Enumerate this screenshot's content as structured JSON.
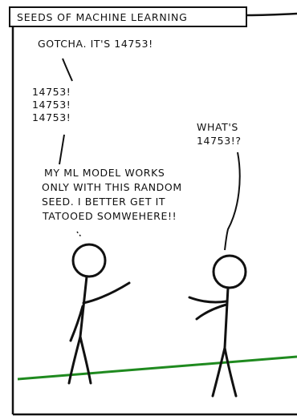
{
  "comic": {
    "title": "SEEDS OF MACHINE LEARNING",
    "speech_gotcha": "GOTCHA. IT'S 14753!",
    "speech_repeat": [
      "14753!",
      "14753!",
      "14753!"
    ],
    "speech_model": [
      "MY ML MODEL WORKS",
      "ONLY WITH THIS RANDOM",
      "SEED. I BETTER GET IT",
      "TATOOED SOMWEHERE!!"
    ],
    "speech_whats": [
      "WHAT'S",
      "14753!?"
    ]
  },
  "colors": {
    "ink": "#111111",
    "ground": "#1f8a1f",
    "background": "#ffffff"
  }
}
